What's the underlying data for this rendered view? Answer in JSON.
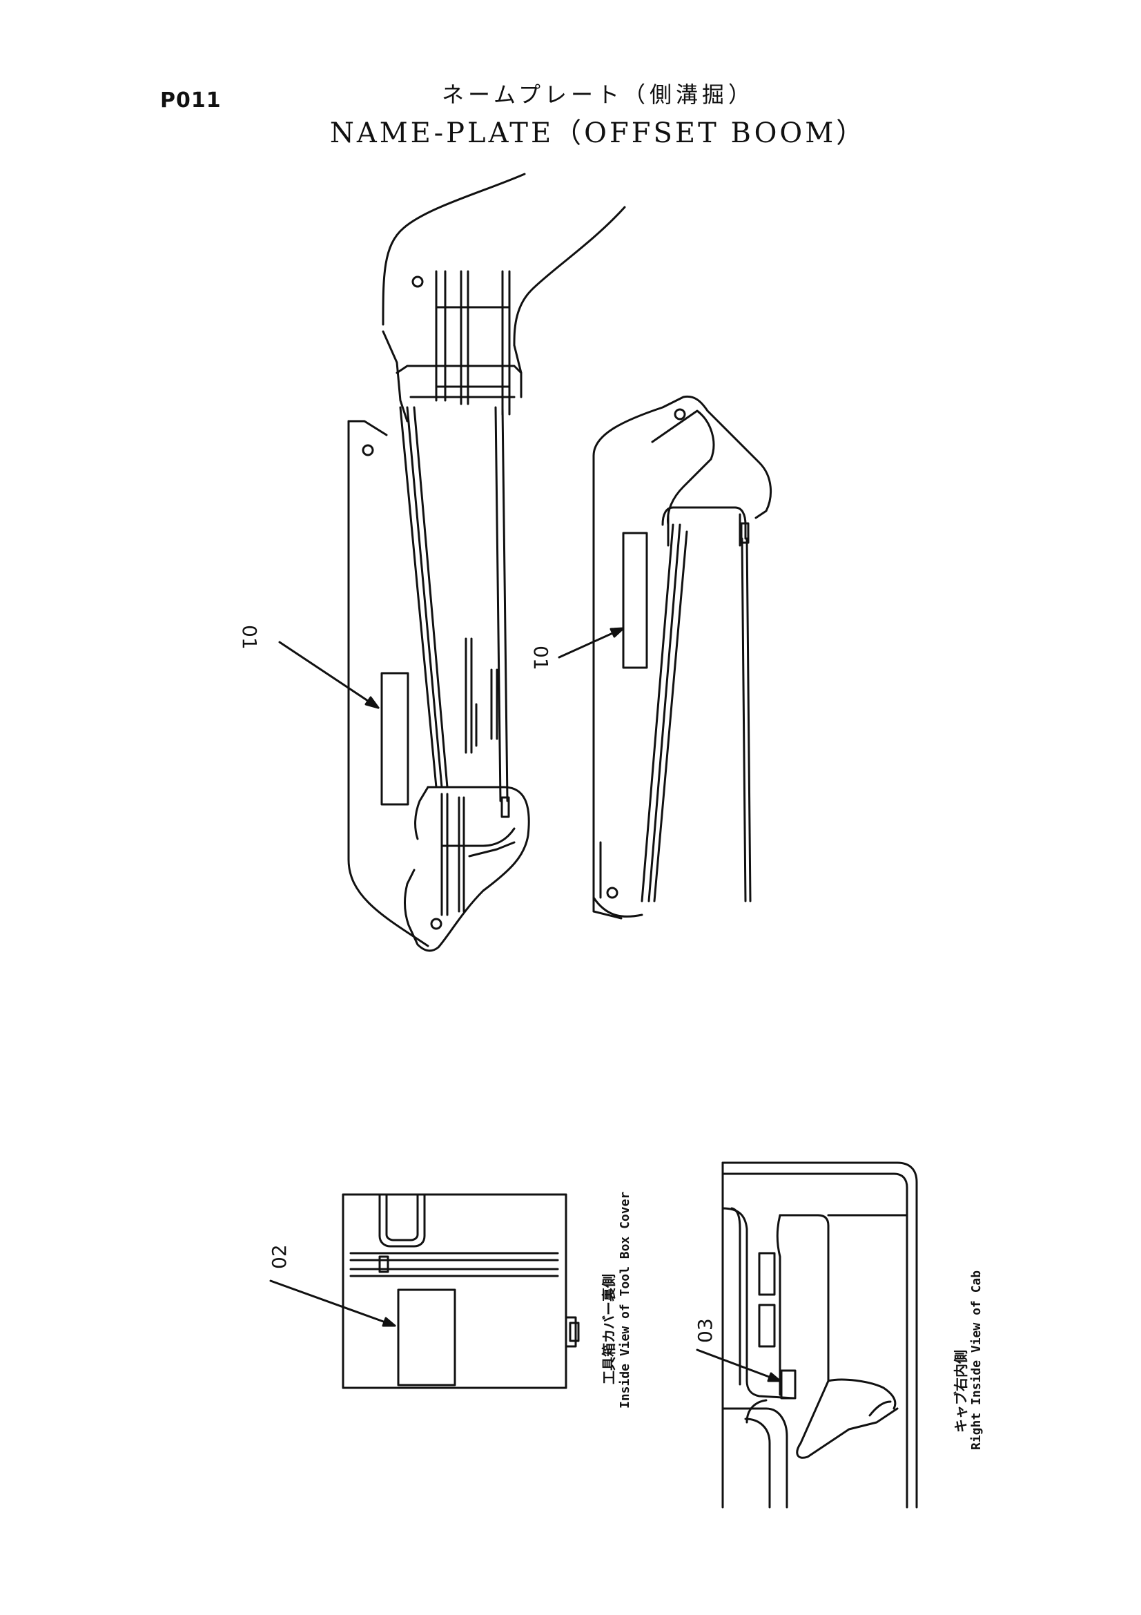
{
  "header": {
    "page_code": "P011",
    "title_jp": "ネームプレート（側溝掘）",
    "title_en": "NAME-PLATE（OFFSET BOOM）"
  },
  "callouts": {
    "c01_left": "01",
    "c01_right": "01",
    "c02": "02",
    "c03": "03"
  },
  "views": {
    "toolbox_jp": "工具箱カバー裏側",
    "toolbox_en": "Inside View of Tool Box Cover",
    "cab_jp": "キャブ右内側",
    "cab_en": "Right Inside View of Cab"
  }
}
